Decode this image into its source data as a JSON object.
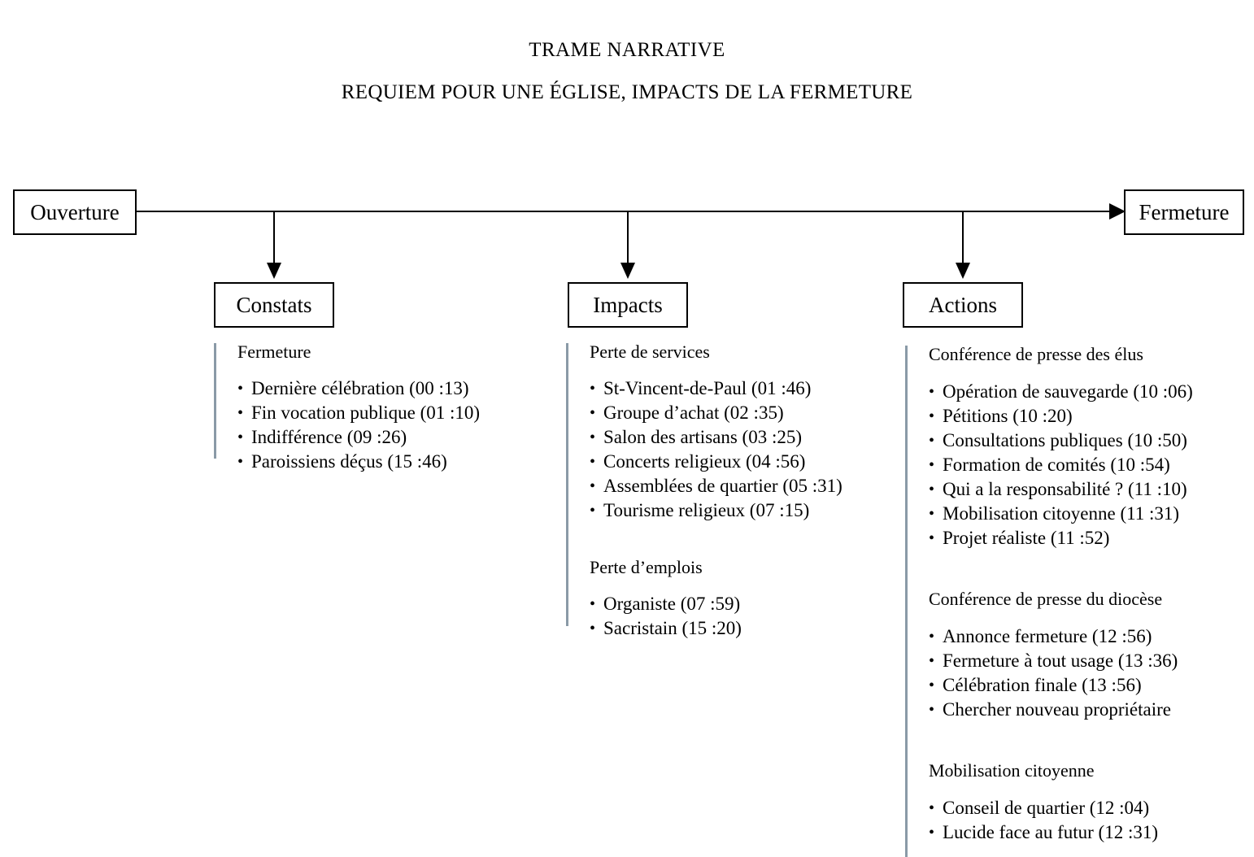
{
  "title": {
    "main": "TRAME NARRATIVE",
    "subtitle": "REQUIEM POUR UNE ÉGLISE, IMPACTS DE LA FERMETURE"
  },
  "colors": {
    "line": "#000000",
    "rule": "#8a9aa7",
    "text": "#000000",
    "background": "#ffffff"
  },
  "flow": {
    "start": "Ouverture",
    "end": "Fermeture",
    "branches": [
      {
        "label": "Constats"
      },
      {
        "label": "Impacts"
      },
      {
        "label": "Actions"
      }
    ]
  },
  "columns": {
    "constats": {
      "groups": [
        {
          "title": "Fermeture",
          "items": [
            "Dernière célébration (00 :13)",
            "Fin vocation publique (01 :10)",
            "Indifférence (09 :26)",
            "Paroissiens déçus (15 :46)"
          ]
        }
      ]
    },
    "impacts": {
      "groups": [
        {
          "title": "Perte de services",
          "items": [
            "St-Vincent-de-Paul (01 :46)",
            "Groupe d’achat (02 :35)",
            "Salon des artisans (03 :25)",
            "Concerts religieux (04 :56)",
            "Assemblées de quartier (05 :31)",
            "Tourisme religieux (07 :15)"
          ]
        },
        {
          "title": "Perte d’emplois",
          "items": [
            "Organiste (07 :59)",
            "Sacristain (15 :20)"
          ]
        }
      ]
    },
    "actions": {
      "groups": [
        {
          "title": "Conférence de presse des élus",
          "items": [
            "Opération de sauvegarde (10 :06)",
            "Pétitions (10 :20)",
            "Consultations publiques (10 :50)",
            "Formation de comités (10 :54)",
            "Qui a la responsabilité ? (11 :10)",
            "Mobilisation citoyenne (11 :31)",
            "Projet réaliste (11 :52)"
          ]
        },
        {
          "title": "Conférence de presse du diocèse",
          "items": [
            "Annonce fermeture (12 :56)",
            "Fermeture à tout usage (13 :36)",
            "Célébration finale (13 :56)",
            "Chercher nouveau propriétaire"
          ]
        },
        {
          "title": "Mobilisation citoyenne",
          "items": [
            "Conseil de quartier (12 :04)",
            "Lucide face au futur (12 :31)"
          ]
        }
      ]
    }
  }
}
